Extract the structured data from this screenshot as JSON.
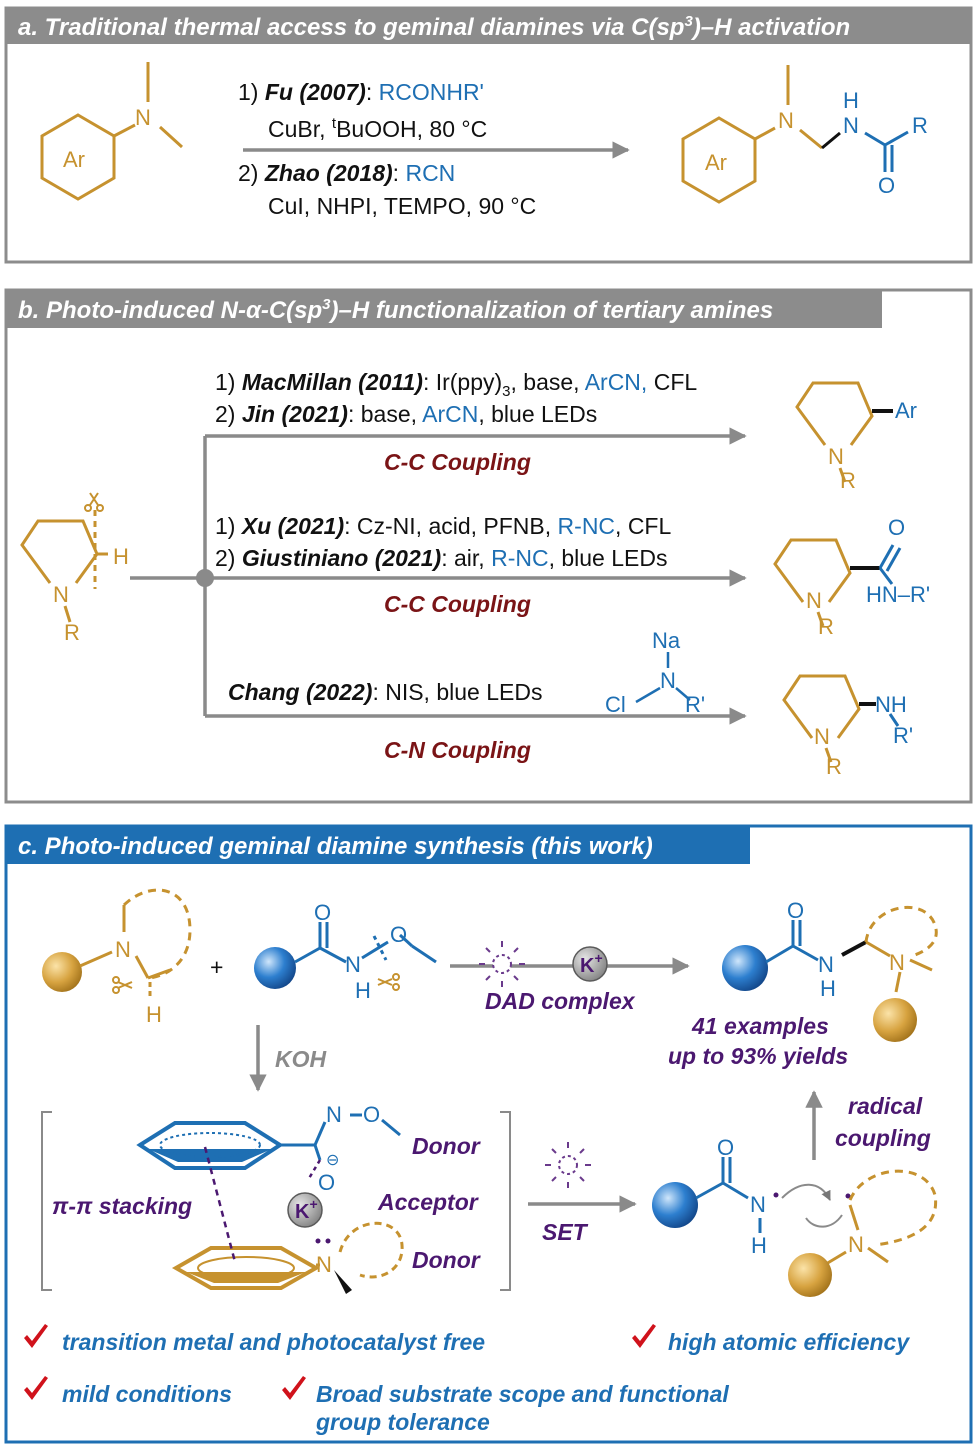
{
  "colors": {
    "header_bg_gray": "#8c8c8c",
    "header_bg_blue": "#1e6fb3",
    "gold": "#c6922f",
    "blue": "#1e6fb3",
    "dark_red": "#7a1416",
    "purple": "#4b1870",
    "check_red": "#d0121b"
  },
  "panel_a": {
    "header": "a. Traditional thermal access to geminal diamines via C(sp",
    "header_sup": "3",
    "header_end": ")–H activation",
    "ref1_num": "1) ",
    "ref1_name": "Fu (2007)",
    "ref1_colon": ": ",
    "ref1_reagent": "RCONHR'",
    "ref1_cond_a": "CuBr, ",
    "ref1_cond_sup": "t",
    "ref1_cond_b": "BuOOH, 80 °C",
    "ref2_num": "2) ",
    "ref2_name": "Zhao (2018)",
    "ref2_colon": ": ",
    "ref2_reagent": "RCN",
    "ref2_cond": "CuI, NHPI, TEMPO,  90 °C",
    "sm_ring_label": "Ar",
    "sm_n": "N",
    "prod_ring_label": "Ar",
    "prod_n": "N",
    "prod_h": "H",
    "prod_nh": "N",
    "prod_r": "R",
    "prod_o": "O"
  },
  "panel_b": {
    "header": "b. Photo-induced N-α-C(sp",
    "header_sup": "3",
    "header_end": ")–H functionalization of tertiary amines",
    "sm_h": "H",
    "sm_n": "N",
    "sm_r": "R",
    "route1_l1_num": "1) ",
    "route1_l1_name": "MacMillan (2011)",
    "route1_l1_a": ": Ir(ppy)",
    "route1_l1_sub": "3",
    "route1_l1_b": ", base, ",
    "route1_l1_reagent": "ArCN,",
    "route1_l1_c": " CFL",
    "route1_l2_num": "2) ",
    "route1_l2_name": "Jin (2021)",
    "route1_l2_a": ": base, ",
    "route1_l2_reagent": "ArCN",
    "route1_l2_b": ", blue LEDs",
    "route1_label": "C-C Coupling",
    "route1_prod_ar": "Ar",
    "route1_prod_n": "N",
    "route1_prod_r": "R",
    "route2_l1_num": "1) ",
    "route2_l1_name": "Xu (2021)",
    "route2_l1_a": ": Cz-NI, acid, PFNB, ",
    "route2_l1_reagent": "R-NC",
    "route2_l1_b": ", CFL",
    "route2_l2_num": "2) ",
    "route2_l2_name": "Giustiniano (2021)",
    "route2_l2_a": ": air, ",
    "route2_l2_reagent": "R-NC",
    "route2_l2_b": ", blue LEDs",
    "route2_label": "C-C Coupling",
    "route2_prod_o": "O",
    "route2_prod_hn": "HN–R'",
    "route2_prod_n": "N",
    "route2_prod_r": "R",
    "route3_name": "Chang (2022)",
    "route3_a": ": NIS, blue LEDs",
    "route3_reagent_na": "Na",
    "route3_reagent_n": "N",
    "route3_reagent_cl": "Cl",
    "route3_reagent_r": "R'",
    "route3_label": "C-N Coupling",
    "route3_prod_nh": "NH",
    "route3_prod_r2": "R'",
    "route3_prod_n": "N",
    "route3_prod_r": "R"
  },
  "panel_c": {
    "header": "c. Photo-induced geminal diamine synthesis (this work)",
    "plus": "+",
    "amine_n": "N",
    "amine_h": "H",
    "amide_o": "O",
    "amide_n": "N",
    "amide_h": "H",
    "amide_o2": "O",
    "kplus": "K",
    "kplus_sup": "+",
    "dad": "DAD complex",
    "prod_o": "O",
    "prod_n": "N",
    "prod_h": "H",
    "prod_n2": "N",
    "examples": "41 examples",
    "yields": "up to 93% yields",
    "koh": "KOH",
    "complex_n": "N",
    "complex_o": "O",
    "complex_o2": "O",
    "complex_minus": "⊖",
    "complex_k": "K",
    "complex_k_sup": "+",
    "complex_namine": "N",
    "donor1": "Donor",
    "acceptor": "Acceptor",
    "donor2": "Donor",
    "stacking": "π-π stacking",
    "set": "SET",
    "rad_o": "O",
    "rad_n": "N",
    "rad_h": "H",
    "rad_n2": "N",
    "radical": "radical",
    "coupling": "coupling",
    "b1": "transition metal and photocatalyst free",
    "b2": "high atomic efficiency",
    "b3": "mild conditions",
    "b4a": "Broad substrate scope and functional",
    "b4b": "group tolerance"
  }
}
